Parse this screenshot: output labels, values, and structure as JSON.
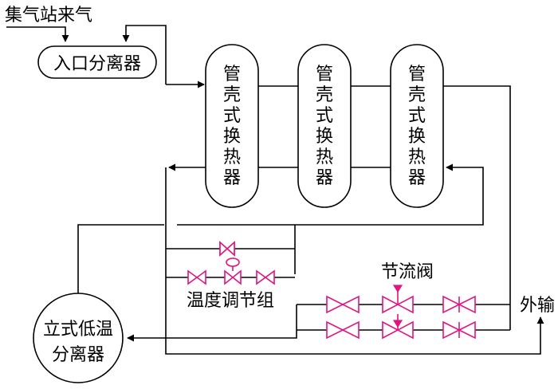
{
  "labels": {
    "source_gas": "集气站来气",
    "inlet_separator": "入口分离器",
    "heat_exchanger_1": [
      "管",
      "壳",
      "式",
      "换",
      "热",
      "器"
    ],
    "heat_exchanger_2": [
      "管",
      "壳",
      "式",
      "换",
      "热",
      "器"
    ],
    "heat_exchanger_3": [
      "管",
      "壳",
      "式",
      "换",
      "热",
      "器"
    ],
    "temp_control_group": "温度调节组",
    "throttle_valve": "节流阀",
    "export": "外输",
    "low_temp_separator_line1": "立式低温",
    "low_temp_separator_line2": "分离器"
  },
  "colors": {
    "pipe": "#000000",
    "valve": "#e0157f"
  }
}
